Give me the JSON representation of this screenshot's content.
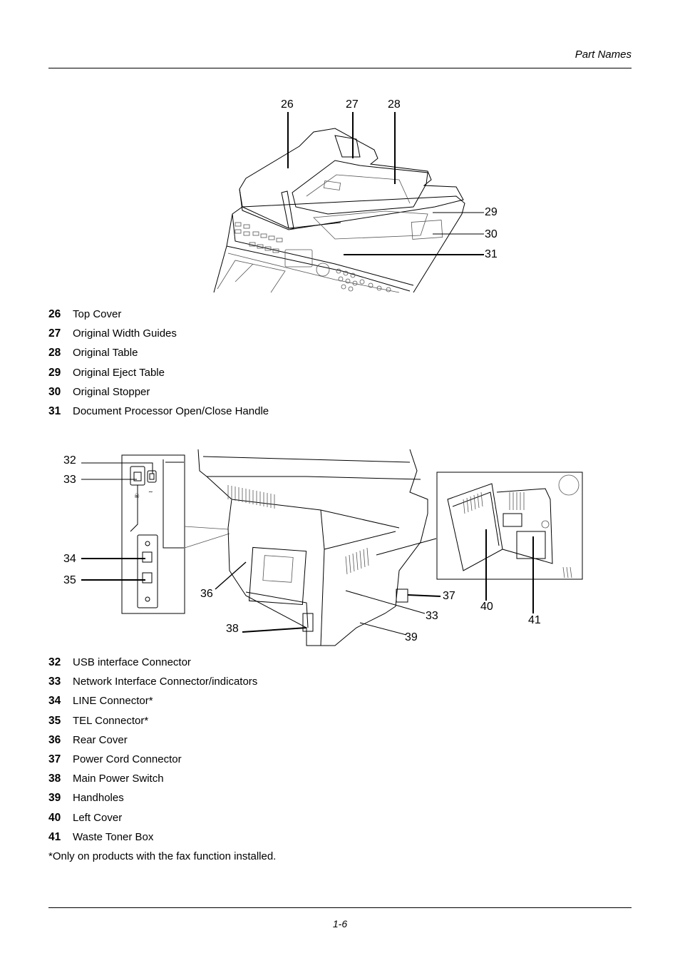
{
  "header": {
    "title": "Part Names"
  },
  "figure_top": {
    "callouts": [
      "26",
      "27",
      "28",
      "29",
      "30",
      "31"
    ]
  },
  "legend_top": [
    {
      "num": "26",
      "label": "Top Cover"
    },
    {
      "num": "27",
      "label": "Original Width Guides"
    },
    {
      "num": "28",
      "label": "Original Table"
    },
    {
      "num": "29",
      "label": "Original Eject Table"
    },
    {
      "num": "30",
      "label": "Original Stopper"
    },
    {
      "num": "31",
      "label": "Document Processor Open/Close Handle"
    }
  ],
  "figure_bottom": {
    "callouts": [
      "32",
      "33",
      "34",
      "35",
      "36",
      "37",
      "33",
      "38",
      "39",
      "40",
      "41"
    ]
  },
  "legend_bottom": [
    {
      "num": "32",
      "label": "USB interface Connector"
    },
    {
      "num": "33",
      "label": "Network Interface Connector/indicators"
    },
    {
      "num": "34",
      "label": "LINE Connector*"
    },
    {
      "num": "35",
      "label": "TEL Connector*"
    },
    {
      "num": "36",
      "label": "Rear Cover"
    },
    {
      "num": "37",
      "label": "Power Cord Connector"
    },
    {
      "num": "38",
      "label": "Main Power Switch"
    },
    {
      "num": "39",
      "label": "Handholes"
    },
    {
      "num": "40",
      "label": "Left Cover"
    },
    {
      "num": "41",
      "label": "Waste Toner Box"
    }
  ],
  "footnote": "*Only on products with the fax function installed.",
  "footer": {
    "page_number": "1-6"
  }
}
